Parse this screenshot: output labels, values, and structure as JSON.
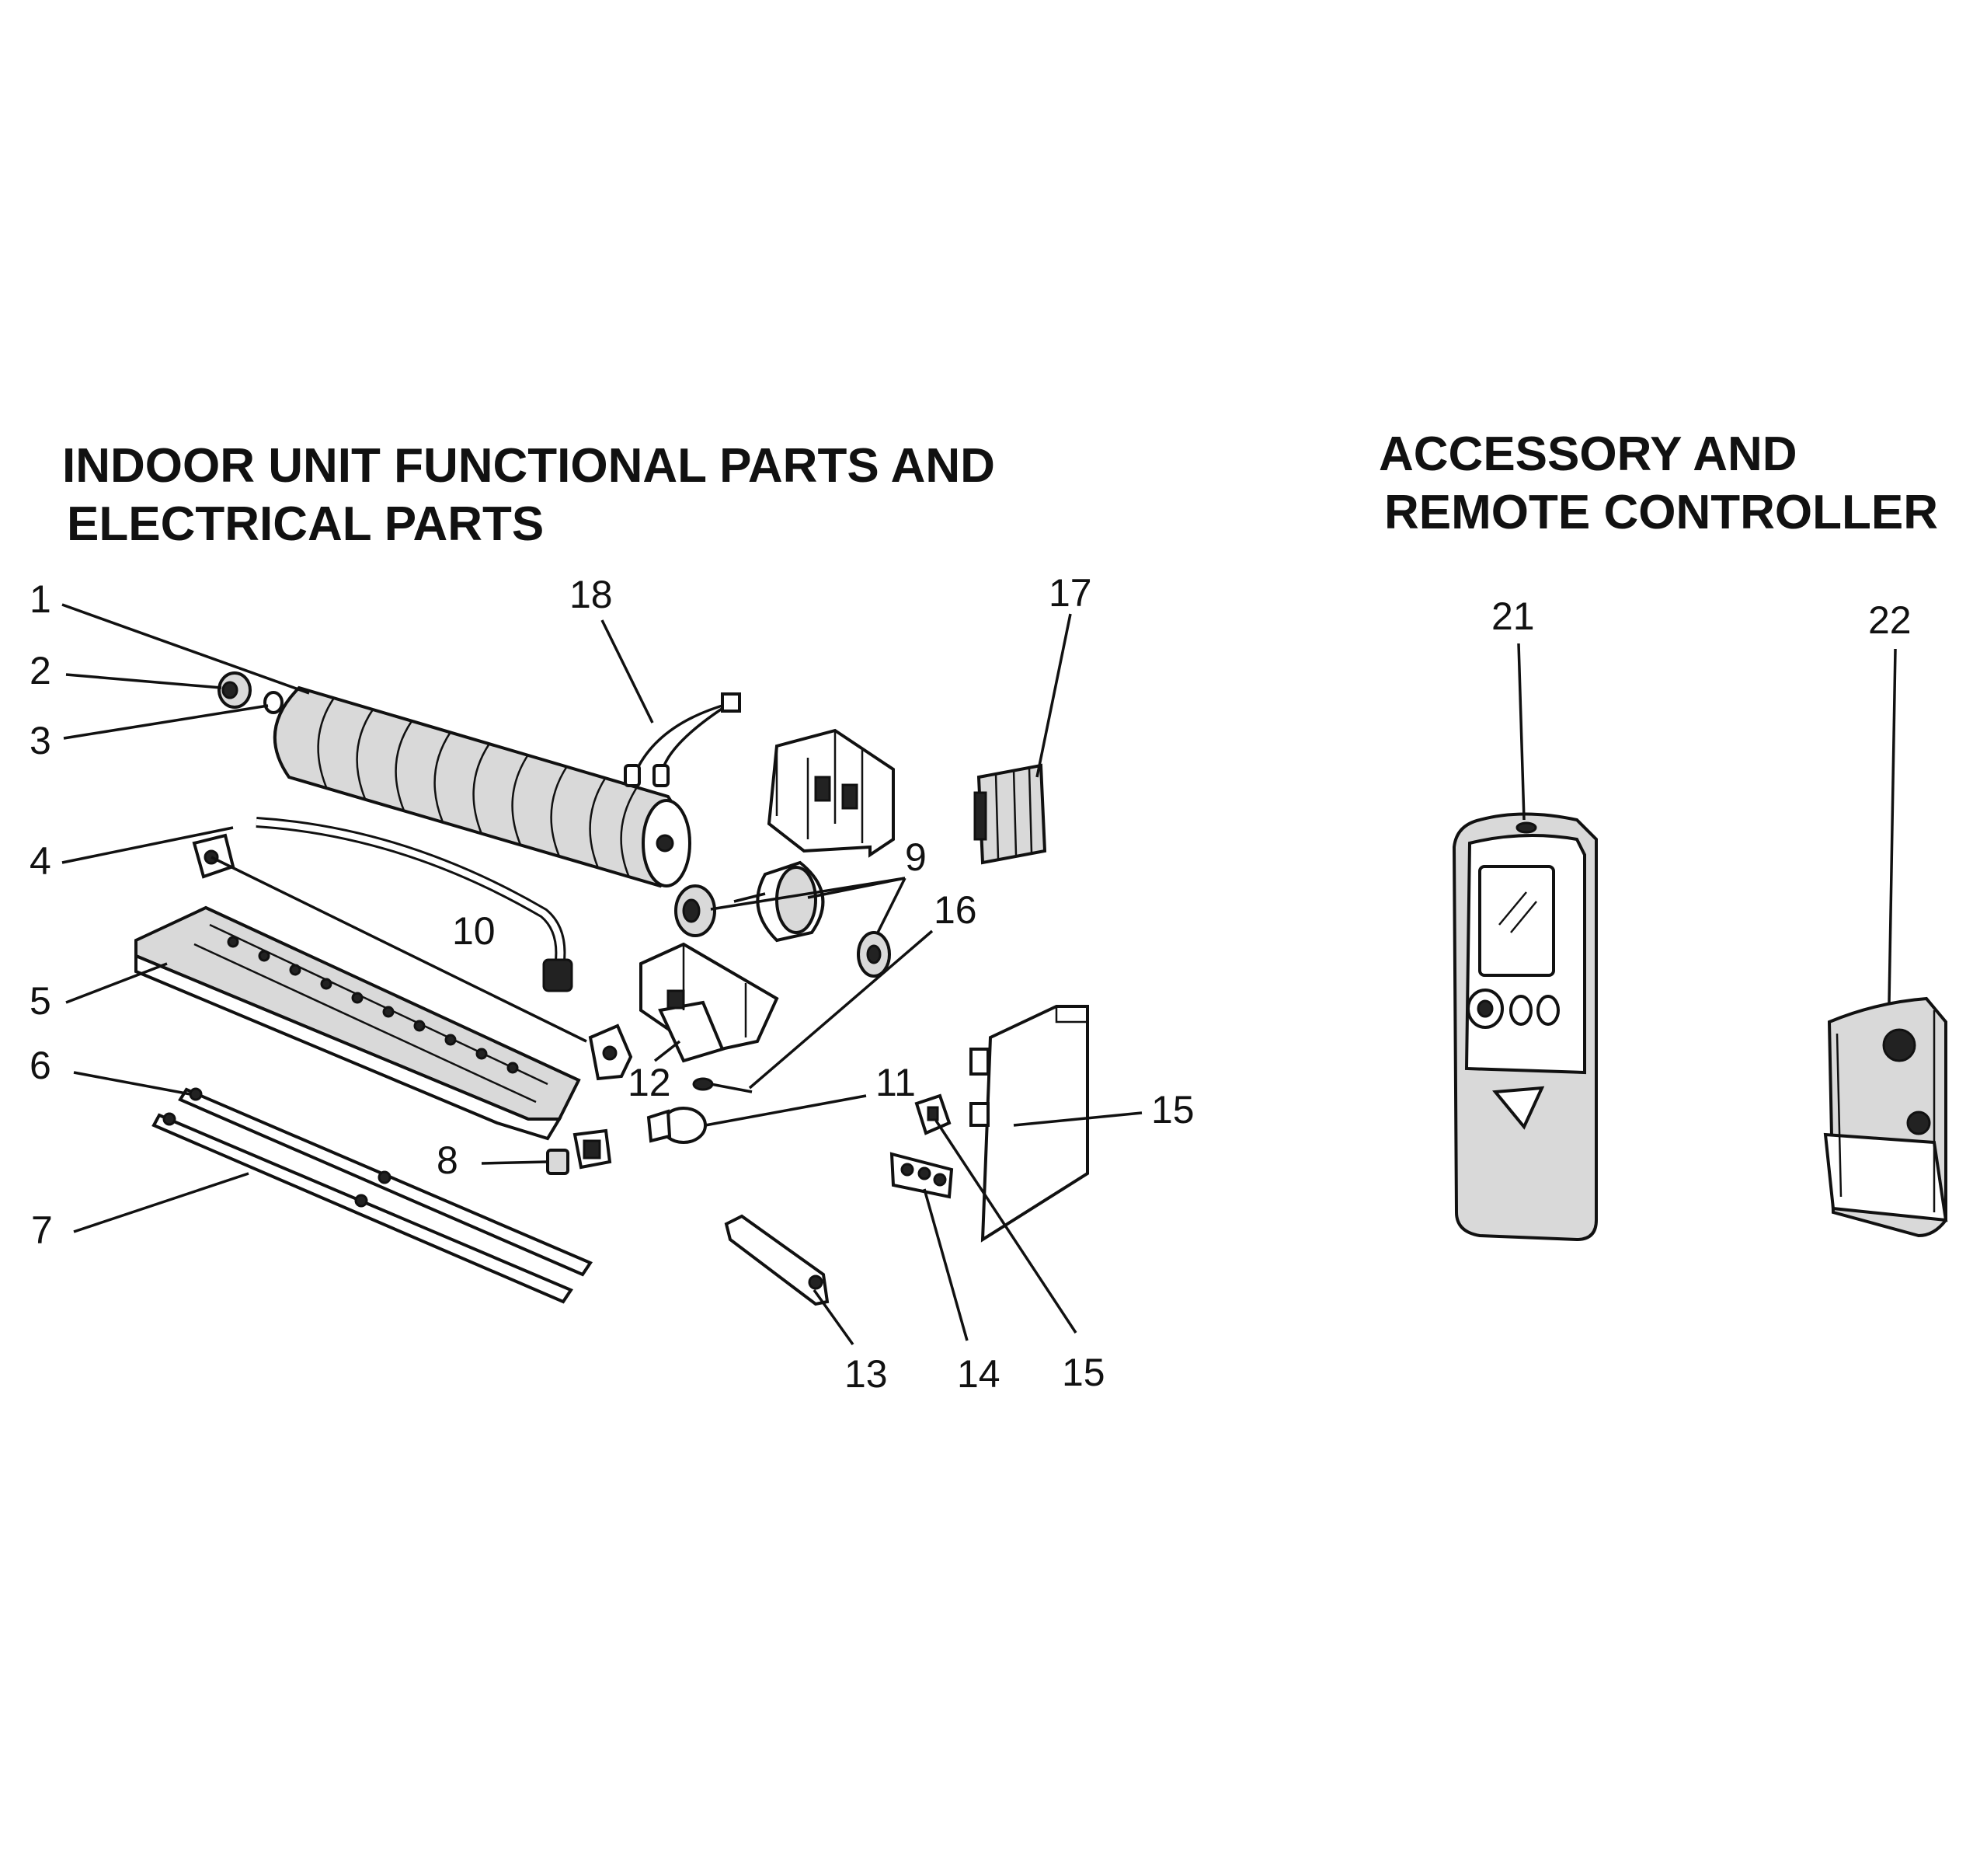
{
  "left_section": {
    "title_line1": "INDOOR UNIT FUNCTIONAL PARTS AND",
    "title_line2": "ELECTRICAL PARTS"
  },
  "right_section": {
    "title_line1": "ACCESSORY AND",
    "title_line2": "REMOTE CONTROLLER"
  },
  "callouts": [
    "1",
    "2",
    "3",
    "4",
    "5",
    "6",
    "7",
    "8",
    "9",
    "10",
    "11",
    "12",
    "13",
    "14",
    "15",
    "15",
    "16",
    "17",
    "18",
    "21",
    "22"
  ]
}
